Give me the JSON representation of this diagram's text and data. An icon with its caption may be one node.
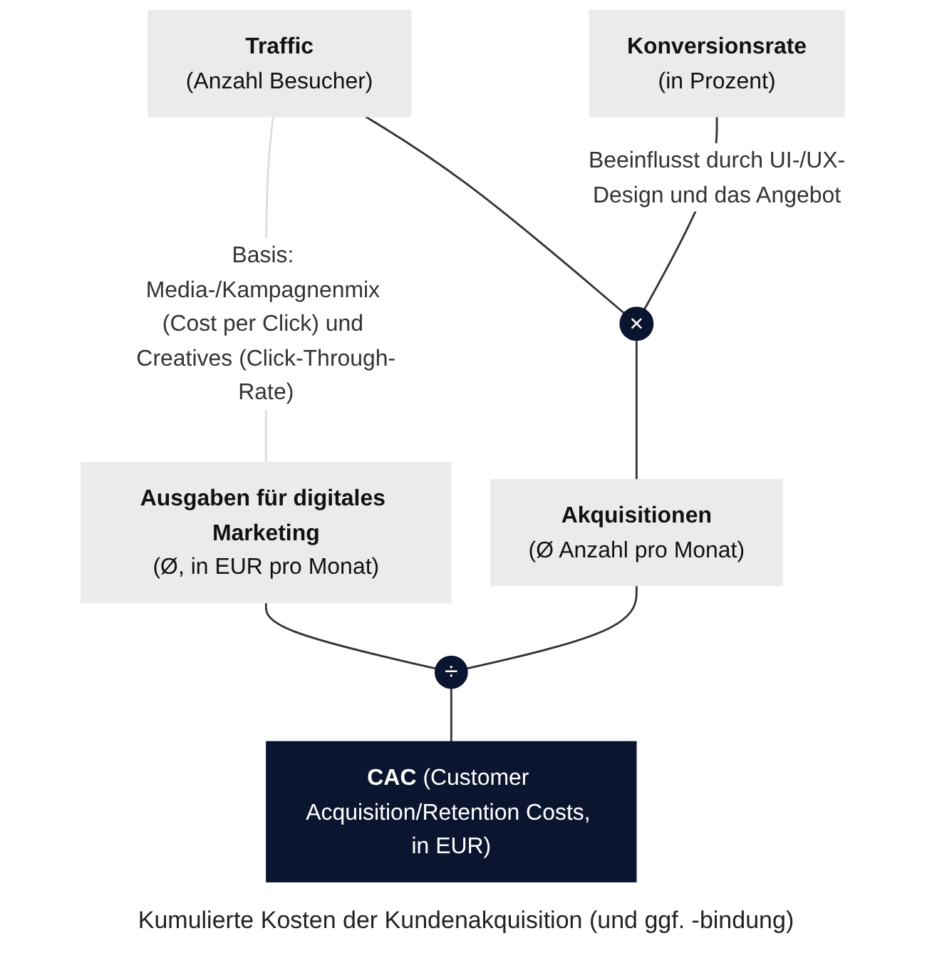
{
  "diagram": {
    "nodes": [
      {
        "text": [
          "Traffic",
          "(Anzahl Besucher)"
        ]
      },
      {
        "text": [
          "Konversionsrate",
          "(in Prozent)"
        ]
      },
      {
        "text": [
          "×"
        ]
      },
      {
        "text": [
          "Ausgaben für digitales Marketing",
          "(Ø, in EUR pro Monat)"
        ]
      },
      {
        "text": [
          "Akquisitionen",
          "(Ø Anzahl pro Monat)"
        ]
      },
      {
        "text": [
          "÷"
        ]
      },
      {
        "text": [
          "**CAC** (Customer Acquisition/Retention Costs, in EUR)"
        ],
        "beside": [
          "Kumulierte Kosten der Kundenakquisition (und ggf. -bindung)"
        ]
      }
    ],
    "edges": [
      {
        "from": 0,
        "to": 3,
        "arrow": "none",
        "label": "Basis: Media-/Kampagnenmix (Cost per Click) und Creatives (Click-Through-Rate)",
        "color": "#dddddd"
      },
      {
        "from": 0,
        "to": 2,
        "arrow": "none"
      },
      {
        "from": 1,
        "to": 2,
        "arrow": "none",
        "label": "Beeinflusst durch UI-/UX-Design und das Angebot"
      },
      {
        "from": 2,
        "to": 4,
        "arrow": "none"
      },
      {
        "from": 3,
        "to": 5,
        "arrow": "none"
      },
      {
        "from": 4,
        "to": 5,
        "arrow": "none"
      },
      {
        "from": 5,
        "to": 6,
        "arrow": "none"
      }
    ]
  }
}
